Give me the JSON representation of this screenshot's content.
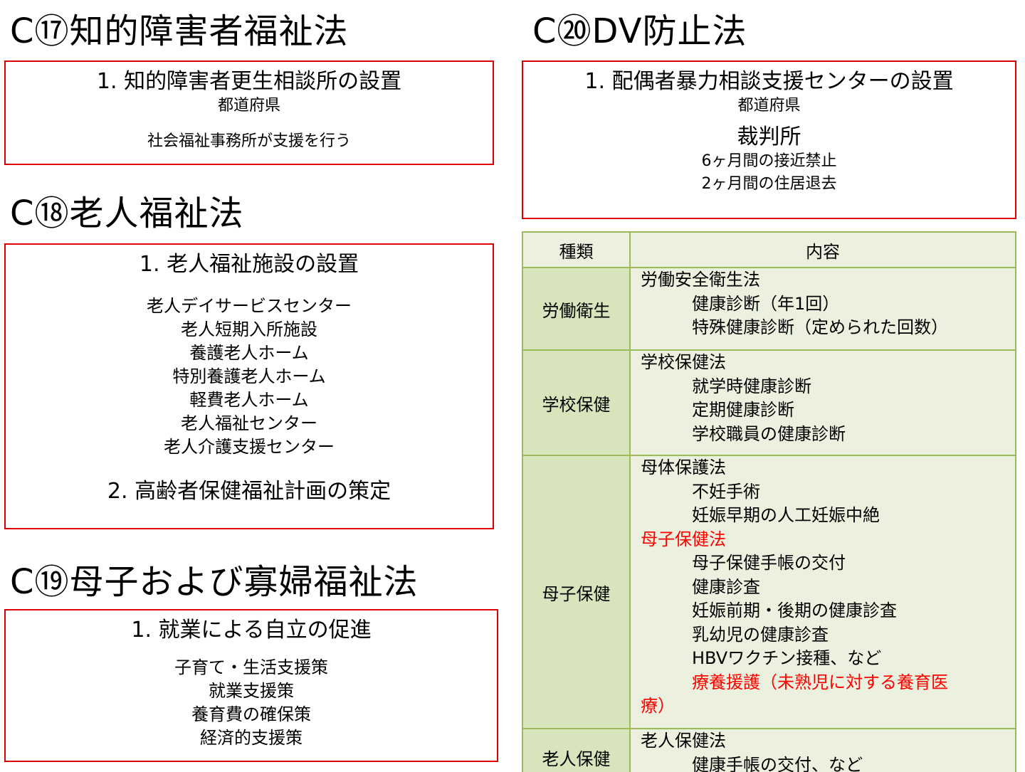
{
  "colors": {
    "box_border": "#e00000",
    "table_border": "#9bbb59",
    "table_type_bg": "#d8e4bc",
    "table_content_bg": "#ebf1de",
    "highlight": "#ff0000"
  },
  "sec17": {
    "title": "C⑰知的障害者福祉法",
    "heading": "1. 知的障害者更生相談所の設置",
    "sub": "都道府県",
    "note": "社会福祉事務所が支援を行う"
  },
  "sec18": {
    "title": "C⑱老人福祉法",
    "heading1": "1. 老人福祉施設の設置",
    "facilities": [
      "老人デイサービスセンター",
      "老人短期入所施設",
      "養護老人ホーム",
      "特別養護老人ホーム",
      "軽費老人ホーム",
      "老人福祉センター",
      "老人介護支援センター"
    ],
    "heading2": "2. 高齢者保健福祉計画の策定"
  },
  "sec19": {
    "title": "C⑲母子および寡婦福祉法",
    "heading": "1. 就業による自立の促進",
    "items": [
      "子育て・生活支援策",
      "就業支援策",
      "養育費の確保策",
      "経済的支援策"
    ]
  },
  "sec20": {
    "title": "C⑳DV防止法",
    "heading": "1. 配偶者暴力相談支援センターの設置",
    "sub": "都道府県",
    "court": "裁判所",
    "orders": [
      "6ヶ月間の接近禁止",
      "2ヶ月間の住居退去"
    ]
  },
  "table": {
    "headers": [
      "種類",
      "内容"
    ],
    "rows": [
      {
        "type": "労働衛生",
        "law1": "労働安全衛生法",
        "items1": [
          "健康診断（年1回）",
          "特殊健康診断（定められた回数）"
        ]
      },
      {
        "type": "学校保健",
        "law1": "学校保健法",
        "items1": [
          "就学時健康診断",
          "定期健康診断",
          "学校職員の健康診断"
        ]
      },
      {
        "type": "母子保健",
        "law1": "母体保護法",
        "items1": [
          "不妊手術",
          "妊娠早期の人工妊娠中絶"
        ],
        "law2": "母子保健法",
        "items2": [
          "母子保健手帳の交付",
          "健康診査",
          "妊娠前期・後期の健康診査",
          "乳幼児の健康診査",
          "HBVワクチン接種、など"
        ],
        "last_line": "療養援護（未熟児に対する養育医",
        "last_line_cont": "療）"
      },
      {
        "type": "老人保健",
        "law1": "老人保健法",
        "items1": [
          "健康手帳の交付、など"
        ]
      }
    ]
  }
}
